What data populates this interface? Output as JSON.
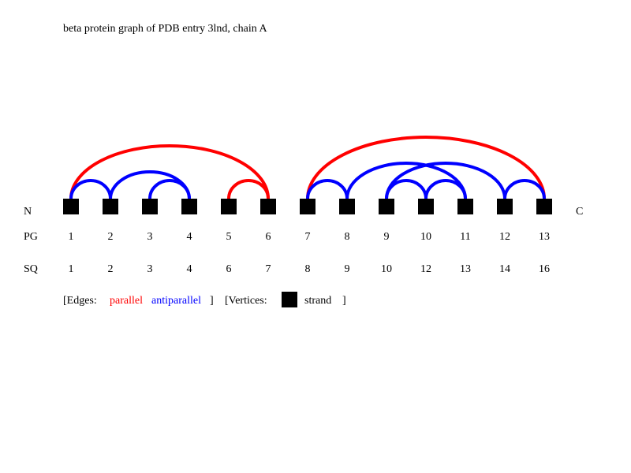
{
  "title": "beta protein graph of PDB entry 3lnd, chain A",
  "terminus_n": "N",
  "terminus_c": "C",
  "row_labels": {
    "pg": "PG",
    "sq": "SQ"
  },
  "vertices": [
    {
      "pg": "1",
      "sq": "1"
    },
    {
      "pg": "2",
      "sq": "2"
    },
    {
      "pg": "3",
      "sq": "3"
    },
    {
      "pg": "4",
      "sq": "4"
    },
    {
      "pg": "5",
      "sq": "6"
    },
    {
      "pg": "6",
      "sq": "7"
    },
    {
      "pg": "7",
      "sq": "8"
    },
    {
      "pg": "8",
      "sq": "9"
    },
    {
      "pg": "9",
      "sq": "10"
    },
    {
      "pg": "10",
      "sq": "12"
    },
    {
      "pg": "11",
      "sq": "13"
    },
    {
      "pg": "12",
      "sq": "14"
    },
    {
      "pg": "13",
      "sq": "16"
    }
  ],
  "edges": [
    {
      "from": 1,
      "to": 6,
      "type": "parallel"
    },
    {
      "from": 1,
      "to": 2,
      "type": "antiparallel"
    },
    {
      "from": 2,
      "to": 4,
      "type": "antiparallel"
    },
    {
      "from": 3,
      "to": 4,
      "type": "antiparallel"
    },
    {
      "from": 5,
      "to": 6,
      "type": "parallel"
    },
    {
      "from": 7,
      "to": 13,
      "type": "parallel"
    },
    {
      "from": 7,
      "to": 8,
      "type": "antiparallel"
    },
    {
      "from": 8,
      "to": 11,
      "type": "antiparallel"
    },
    {
      "from": 9,
      "to": 12,
      "type": "antiparallel"
    },
    {
      "from": 9,
      "to": 10,
      "type": "antiparallel"
    },
    {
      "from": 10,
      "to": 11,
      "type": "antiparallel"
    },
    {
      "from": 12,
      "to": 13,
      "type": "antiparallel"
    }
  ],
  "legend": {
    "edges_label": "[Edges:",
    "parallel_label": "parallel",
    "antiparallel_label": "antiparallel",
    "edges_close": "]",
    "vertices_label": "[Vertices:",
    "strand_label": "strand",
    "vertices_close": "]"
  },
  "colors": {
    "parallel": "#ff0000",
    "antiparallel": "#0000ff",
    "strand": "#000000",
    "text": "#000000"
  }
}
